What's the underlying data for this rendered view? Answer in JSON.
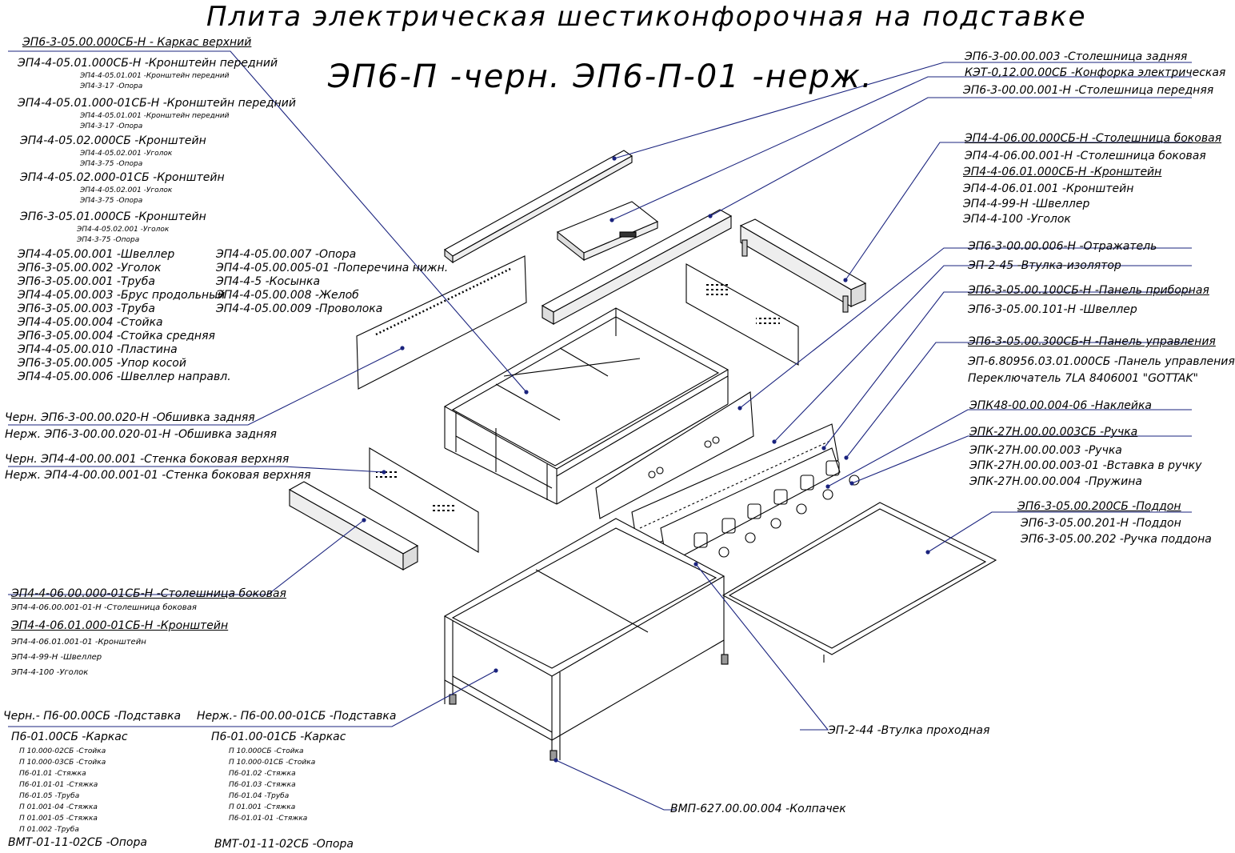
{
  "title": {
    "line1": "Плита электрическая шестиконфорочная на подставке",
    "line2": "ЭП6-П -черн.  ЭП6-П-01 -нерж."
  },
  "colors": {
    "leader": "#1a237e",
    "ink": "#000000"
  },
  "left_top": {
    "karkas": "ЭП6-3-05.00.000СБ-Н - Каркас верхний",
    "kr1": "ЭП4-4-05.01.000СБ-Н -Кронштейн передний",
    "kr1_a": "ЭП4-4-05.01.001 -Кронштейн передний",
    "kr1_b": "ЭП4-3-17 -Опора",
    "kr2": "ЭП4-4-05.01.000-01СБ-Н -Кронштейн передний",
    "kr2_a": "ЭП4-4-05.01.001 -Кронштейн передний",
    "kr2_b": "ЭП4-3-17 -Опора",
    "kr3": "ЭП4-4-05.02.000СБ -Кронштейн",
    "kr3_a": "ЭП4-4-05.02.001 -Уголок",
    "kr3_b": "ЭП4-3-75 -Опора",
    "kr4": "ЭП4-4-05.02.000-01СБ -Кронштейн",
    "kr4_a": "ЭП4-4-05.02.001 -Уголок",
    "kr4_b": "ЭП4-3-75 -Опора",
    "kr5": "ЭП6-3-05.01.000СБ -Кронштейн",
    "kr5_a": "ЭП4-4-05.02.001 -Уголок",
    "kr5_b": "ЭП4-3-75 -Опора"
  },
  "left_list": [
    "ЭП4-4-05.00.001 -Швеллер",
    "ЭП6-3-05.00.002 -Уголок",
    "ЭП6-3-05.00.001 -Труба",
    "ЭП4-4-05.00.003 -Брус продольный",
    "ЭП6-3-05.00.003 -Труба",
    "ЭП4-4-05.00.004 -Стойка",
    "ЭП6-3-05.00.004 -Стойка средняя",
    "ЭП4-4-05.00.010 -Пластина",
    "ЭП6-3-05.00.005 -Упор косой",
    "ЭП4-4-05.00.006 -Швеллер направл."
  ],
  "mid_list": [
    "ЭП4-4-05.00.007 -Опора",
    "ЭП4-4-05.00.005-01 -Поперечина нижн.",
    "ЭП4-4-5 -Косынка",
    "ЭП4-4-05.00.008 -Желоб",
    "ЭП4-4-05.00.009 -Проволока"
  ],
  "left_mid": {
    "obsh1": "Черн. ЭП6-3-00.00.020-Н -Обшивка задняя",
    "obsh2": "Нерж. ЭП6-3-00.00.020-01-Н -Обшивка задняя",
    "st1": "Черн. ЭП4-4-00.00.001 -Стенка боковая верхняя",
    "st2": "Нерж. ЭП4-4-00.00.001-01 -Стенка боковая верхняя",
    "stol": "ЭП4-4-06.00.000-01СБ-Н -Столешница боковая",
    "stol_a": "ЭП4-4-06.00.001-01-Н -Столешница боковая",
    "kron": "ЭП4-4-06.01.000-01СБ-Н -Кронштейн",
    "kron_a": "ЭП4-4-06.01.001-01 -Кронштейн",
    "kron_b": "ЭП4-4-99-Н -Швеллер",
    "kron_c": "ЭП4-4-100 -Уголок"
  },
  "bottom": {
    "cher": "Черн.- П6-00.00СБ -Подставка",
    "nerzh": "Нерж.- П6-00.00-01СБ -Подставка",
    "k1": "П6-01.00СБ -Каркас",
    "k1_items": [
      "П 10.000-02СБ -Стойка",
      "П 10.000-03СБ -Стойка",
      "П6-01.01 -Стяжка",
      "П6-01.01-01 -Стяжка",
      "П6-01.05 -Труба",
      "П 01.001-04 -Стяжка",
      "П 01.001-05 -Стяжка",
      "П 01.002 -Труба"
    ],
    "k2": "П6-01.00-01СБ -Каркас",
    "k2_items": [
      "П 10.000СБ -Стойка",
      "П 10.000-01СБ -Стойка",
      "П6-01.02 -Стяжка",
      "П6-01.03 -Стяжка",
      "П6-01.04 -Труба",
      "П 01.001 -Стяжка",
      "П6-01.01-01 -Стяжка"
    ],
    "op1": "ВМТ-01-11-02СБ -Опора",
    "op2": "ВМТ-01-11-02СБ -Опора",
    "kolp": "ВМП-627.00.00.004 -Колпачек",
    "vt": "ЭП-2-44 -Втулка проходная"
  },
  "right": {
    "r1": "ЭП6-3-00.00.003 -Столешница задняя",
    "r2": "КЭТ-0,12.00.00СБ -Конфорка электрическая",
    "r3": "ЭП6-3-00.00.001-Н -Столешница передняя",
    "r4": "ЭП4-4-06.00.000СБ-Н -Столешница боковая",
    "r5": "ЭП4-4-06.00.001-Н -Столешница боковая",
    "r6": "ЭП4-4-06.01.000СБ-Н -Кронштейн",
    "r7": "ЭП4-4-06.01.001 -Кронштейн",
    "r8": "ЭП4-4-99-Н -Швеллер",
    "r9": "ЭП4-4-100 -Уголок",
    "r10": "ЭП6-3-00.00.006-Н -Отражатель",
    "r11": "ЭП-2-45 -Втулка-изолятор",
    "r12": "ЭП6-3-05.00.100СБ-Н -Панель приборная",
    "r13": "ЭП6-3-05.00.101-Н -Швеллер",
    "r14": "ЭП6-3-05.00.300СБ-Н -Панель управления",
    "r15": "ЭП-6.80956.03.01.000СБ -Панель управления",
    "r16": "Переключатель 7LA 8406001 \"GOTTAK\"",
    "r17": "ЭПК48-00.00.004-06 -Наклейка",
    "r18": "ЭПК-27Н.00.00.003СБ -Ручка",
    "r19": "ЭПК-27Н.00.00.003 -Ручка",
    "r20": "ЭПК-27Н.00.00.003-01 -Вставка в ручку",
    "r21": "ЭПК-27Н.00.00.004 -Пружина",
    "r22": "ЭП6-3-05.00.200СБ -Поддон",
    "r23": "ЭП6-3-05.00.201-Н -Поддон",
    "r24": "ЭП6-3-05.00.202 -Ручка поддона"
  }
}
